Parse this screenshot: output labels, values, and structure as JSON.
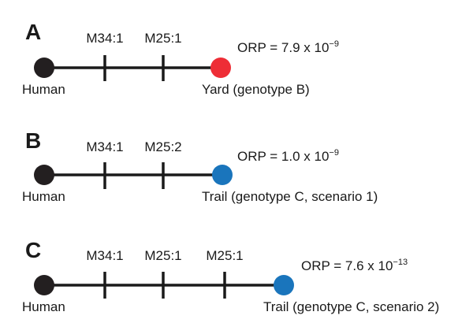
{
  "panels": [
    {
      "letter": "A",
      "markers": [
        "M34:1",
        "M25:1"
      ],
      "orp_prefix": "ORP = 7.9 x 10",
      "orp_exponent": "−9",
      "start_label": "Human",
      "end_label": "Yard (genotype B)",
      "start_color": "#231f20",
      "end_color": "#ee2d36"
    },
    {
      "letter": "B",
      "markers": [
        "M34:1",
        "M25:2"
      ],
      "orp_prefix": "ORP = 1.0 x 10",
      "orp_exponent": "−9",
      "start_label": "Human",
      "end_label": "Trail (genotype C, scenario 1)",
      "start_color": "#231f20",
      "end_color": "#1a75bc"
    },
    {
      "letter": "C",
      "markers": [
        "M34:1",
        "M25:1",
        "M25:1"
      ],
      "orp_prefix": "ORP = 7.6 x 10",
      "orp_exponent": "−13",
      "start_label": "Human",
      "end_label": "Trail (genotype C, scenario 2)",
      "start_color": "#231f20",
      "end_color": "#1a75bc"
    }
  ]
}
